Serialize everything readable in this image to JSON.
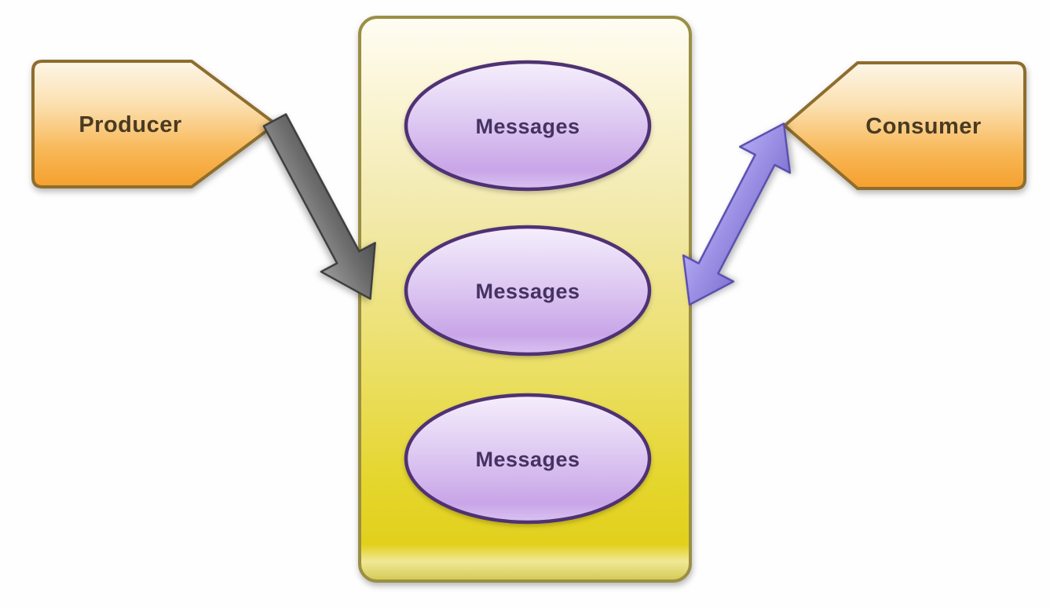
{
  "diagram": {
    "producer": {
      "label": "Producer",
      "shape": "tag-pointing-right",
      "fill_top": "#fdf6e8",
      "fill_bottom": "#f5a02d",
      "border_color": "#8e6d2e",
      "text_color": "#4a3a20"
    },
    "consumer": {
      "label": "Consumer",
      "shape": "tag-pointing-left",
      "fill_top": "#fdf6e8",
      "fill_bottom": "#f5a02d",
      "border_color": "#8e6d2e",
      "text_color": "#4a3a20"
    },
    "queue": {
      "shape": "rounded-rectangle",
      "fill_top": "#fffdf4",
      "fill_bottom": "#e2d01d",
      "border_color": "#9a8f44",
      "messages": [
        {
          "label": "Messages"
        },
        {
          "label": "Messages"
        },
        {
          "label": "Messages"
        }
      ],
      "message_fill_top": "#f5eefc",
      "message_fill_bottom": "#c9a5e8",
      "message_border_color": "#503173",
      "message_text_color": "#443063"
    },
    "arrows": {
      "producer_to_queue": {
        "direction": "one-way",
        "fill_color": "#6e6e6e",
        "border_color": "#3c3c3c"
      },
      "queue_to_consumer": {
        "direction": "two-way",
        "fill_color": "#9a8ee4",
        "border_color": "#5a4eae"
      }
    }
  }
}
